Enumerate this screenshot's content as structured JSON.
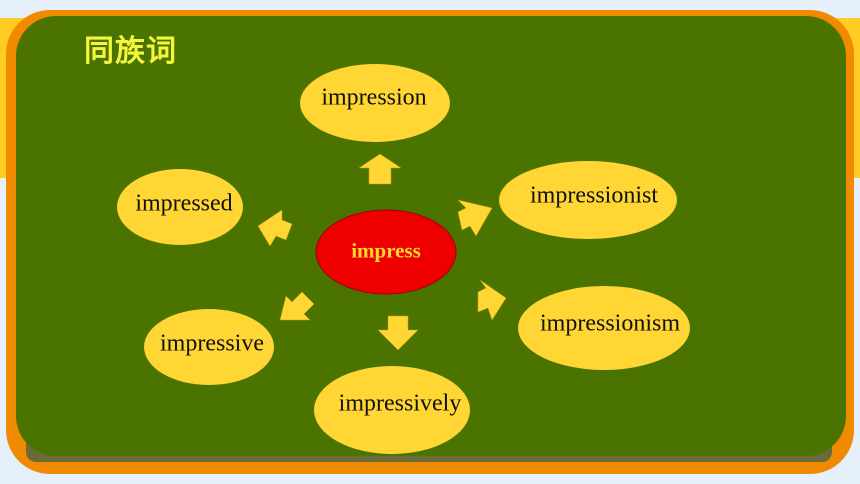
{
  "title": "同族词",
  "colors": {
    "background": "#e6f0fa",
    "frame_yellow": "#ffcc22",
    "frame_orange": "#f08a00",
    "board": "#4a7300",
    "node_fill": "#ffd633",
    "center_fill": "#ee0000",
    "center_text": "#ffd92e"
  },
  "center": {
    "label": "impress"
  },
  "nodes": [
    {
      "id": "impression",
      "label": "impression"
    },
    {
      "id": "impressionist",
      "label": "impressionist"
    },
    {
      "id": "impressionism",
      "label": "impressionism"
    },
    {
      "id": "impressively",
      "label": "impressively"
    },
    {
      "id": "impressive",
      "label": "impressive"
    },
    {
      "id": "impressed",
      "label": "impressed"
    }
  ]
}
